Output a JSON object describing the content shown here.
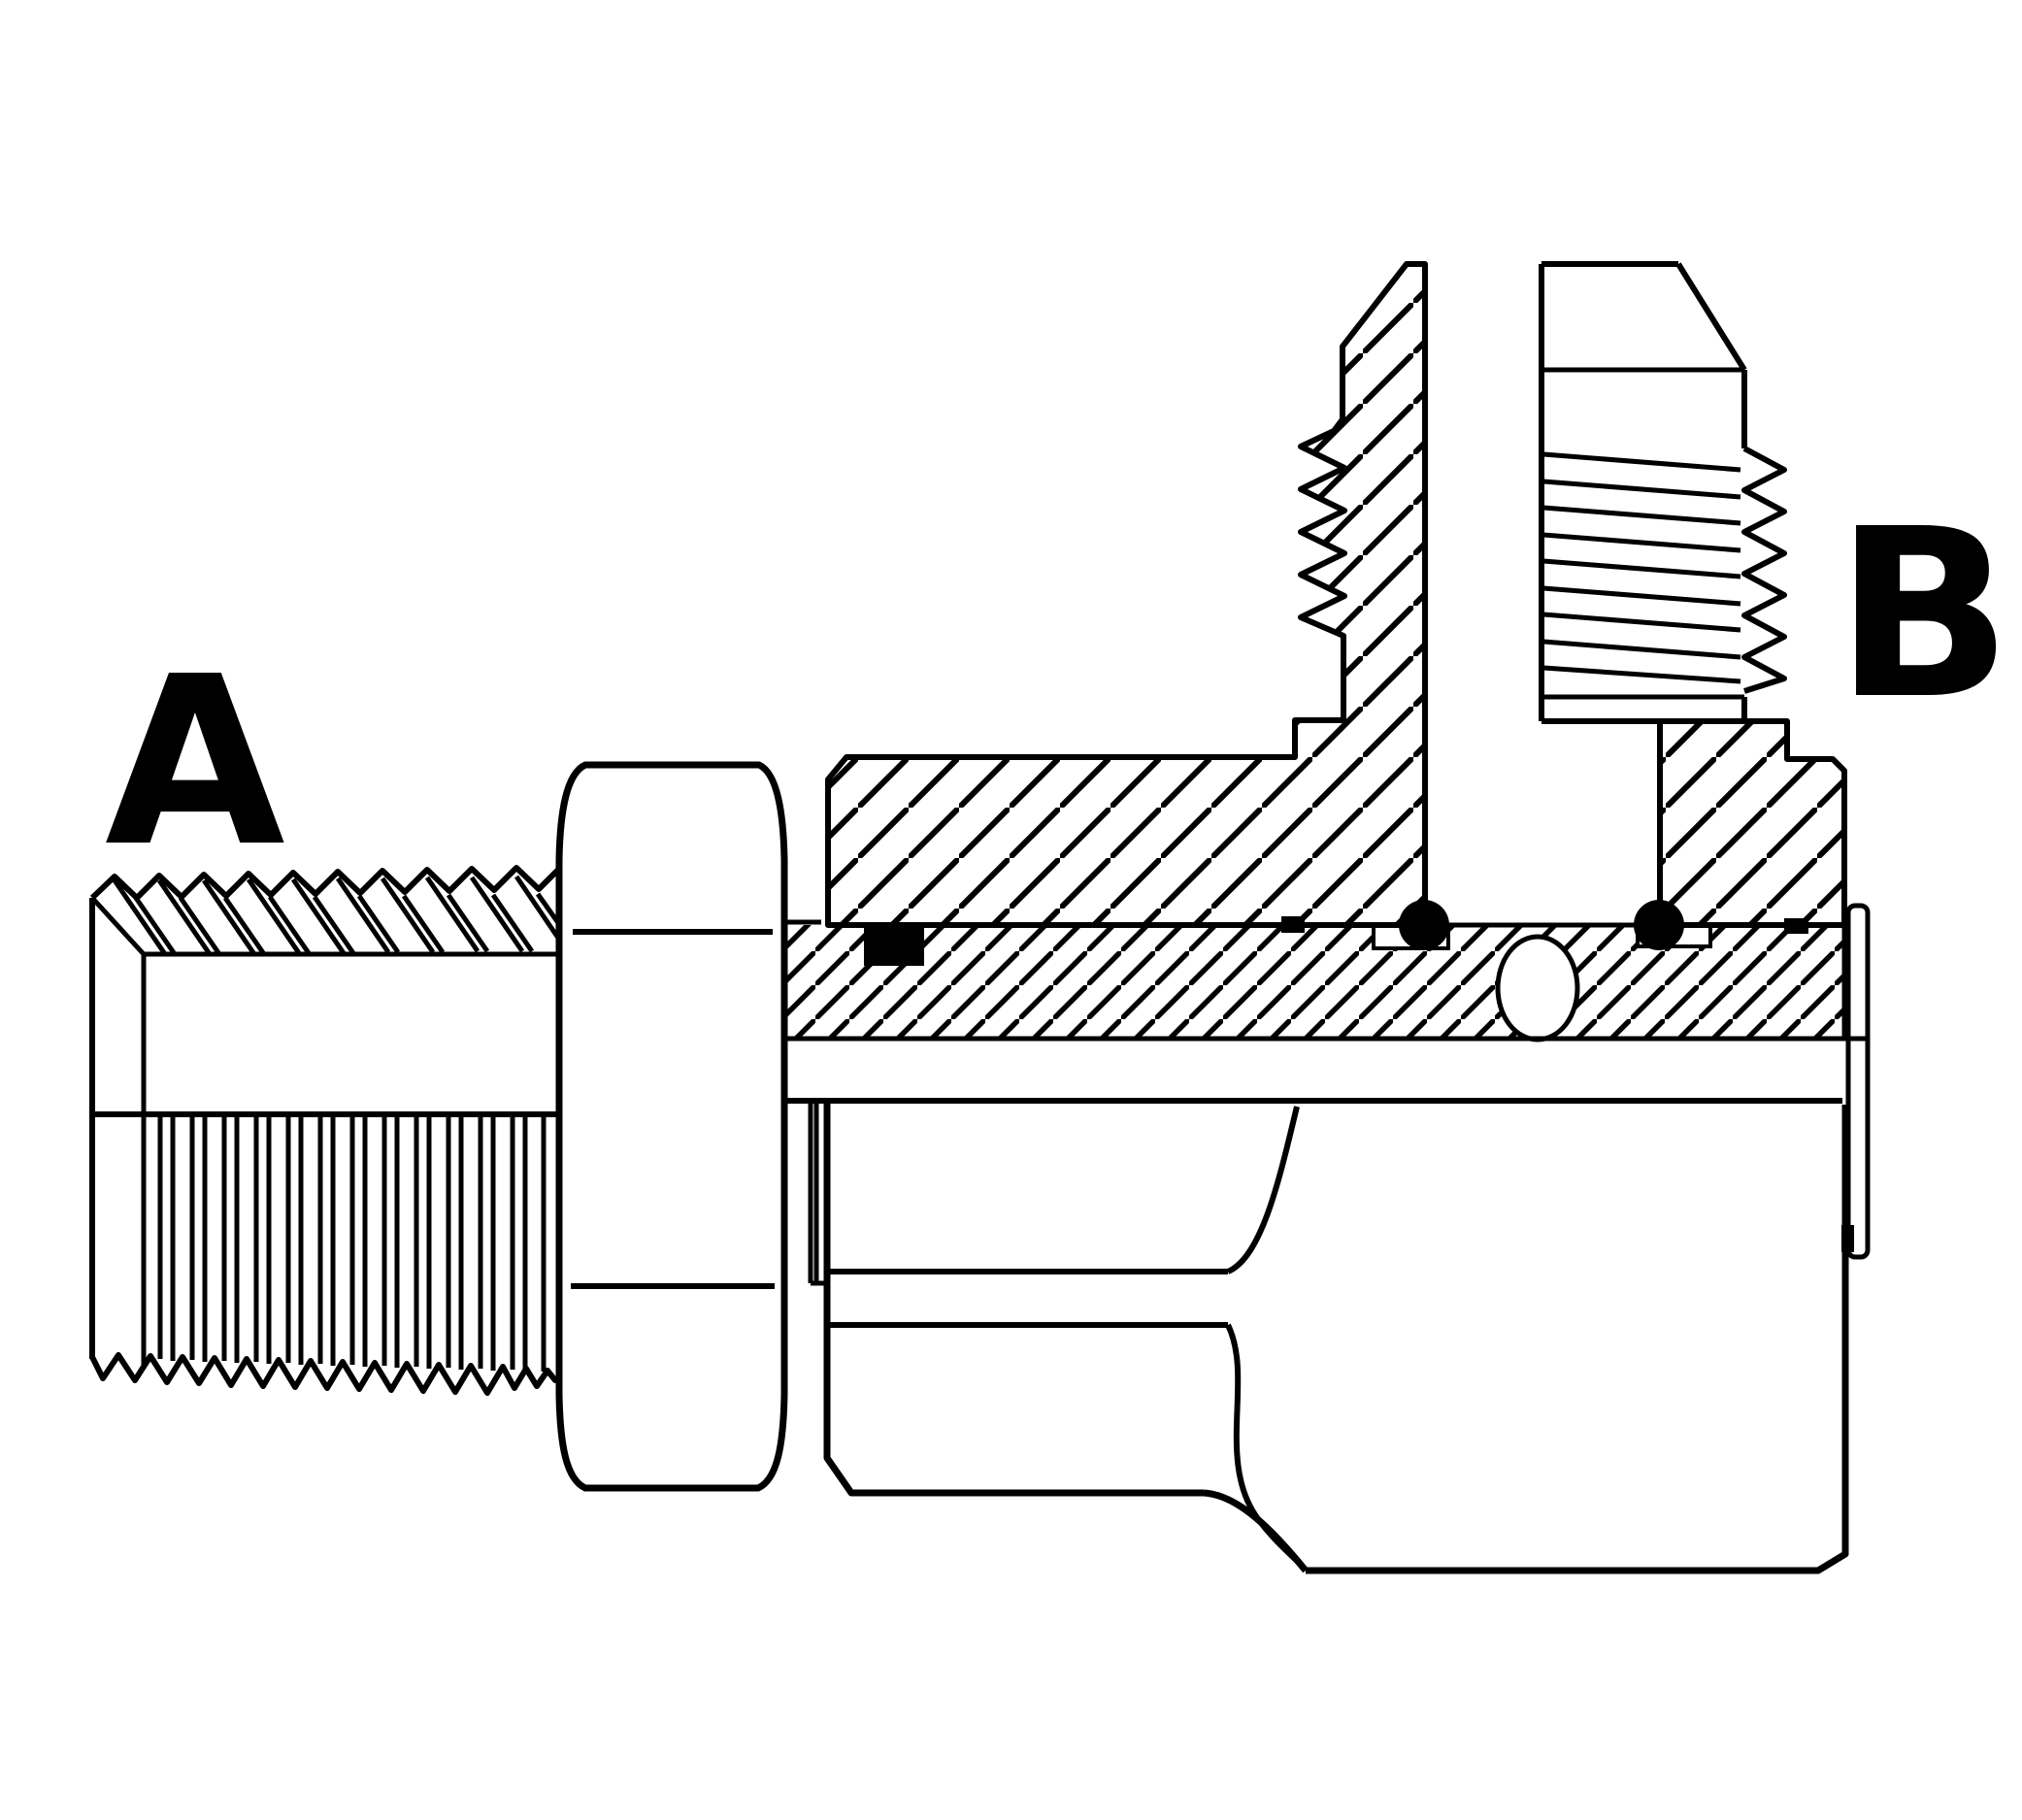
{
  "drawing": {
    "type": "technical-cross-section",
    "subject": "90-degree swivel elbow hydraulic fitting, male pipe thread to male JIC flare, half-section view",
    "labels": {
      "port_a": "A",
      "port_b": "B"
    },
    "colors": {
      "line": "#000000",
      "background": "#ffffff",
      "seal_fill": "#000000"
    }
  }
}
